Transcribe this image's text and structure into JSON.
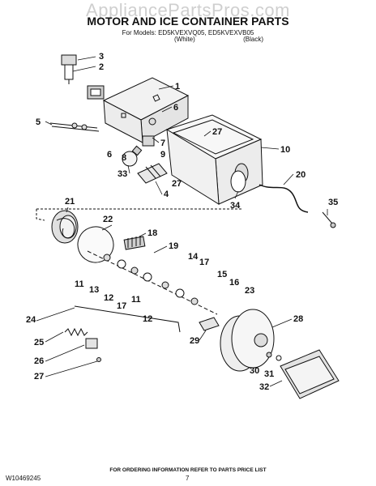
{
  "watermark": "AppliancePartsPros.com",
  "title": "MOTOR AND ICE CONTAINER PARTS",
  "models_line": "For Models: ED5KVEXVQ05, ED5KVEXVB05",
  "variant_left": "(White)",
  "variant_right": "(Black)",
  "footer_note": "FOR ORDERING INFORMATION REFER TO PARTS PRICE LIST",
  "doc_number": "W10469245",
  "page_number": "7",
  "callouts": [
    "3",
    "2",
    "1",
    "6",
    "5",
    "7",
    "27",
    "6",
    "8",
    "9",
    "10",
    "33",
    "4",
    "27",
    "20",
    "34",
    "35",
    "21",
    "22",
    "18",
    "19",
    "14",
    "17",
    "11",
    "13",
    "12",
    "17",
    "11",
    "15",
    "16",
    "23",
    "12",
    "28",
    "24",
    "25",
    "26",
    "27",
    "29",
    "30",
    "31",
    "32"
  ]
}
